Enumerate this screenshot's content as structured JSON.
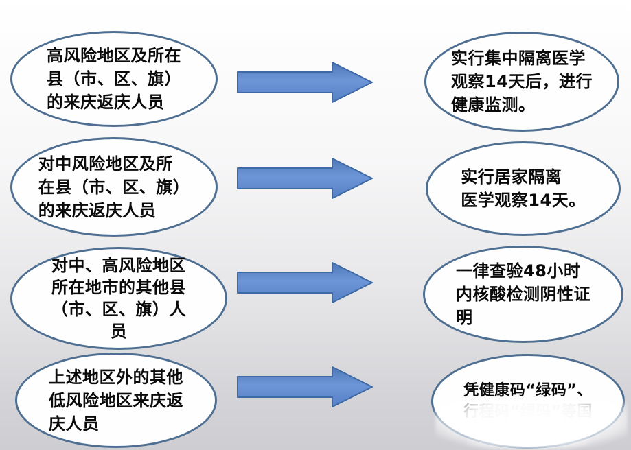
{
  "diagram": {
    "rows": [
      {
        "source": "高风险地区及所在\n县（市、区、旗）\n的来庆返庆人员",
        "outcome": "实行集中隔离医学\n观察14天后，进行\n健康监测。"
      },
      {
        "source": "对中风险地区及所\n在县（市、区、旗）\n的来庆返庆人员",
        "outcome": "实行居家隔离\n医学观察14天。"
      },
      {
        "source": "对中、高风险地区\n所在地市的其他县\n（市、区、旗）人\n员",
        "outcome": "一律查验48小时\n内核酸检测阴性证\n明"
      },
      {
        "source": "上述地区外的其他\n低风险地区来庆返\n庆人员",
        "outcome": "凭健康码“绿码”、\n行程码“绿码”等国"
      }
    ],
    "colors": {
      "arrow_fill_top": "#4e77b5",
      "arrow_fill_mid": "#6d96d8",
      "arrow_fill_bottom": "#5580c4",
      "arrow_border": "#3e69a5",
      "ellipse_border": "#4e6f92",
      "ellipse_fill": "#fefefe",
      "text": "#0a0a0a"
    }
  }
}
